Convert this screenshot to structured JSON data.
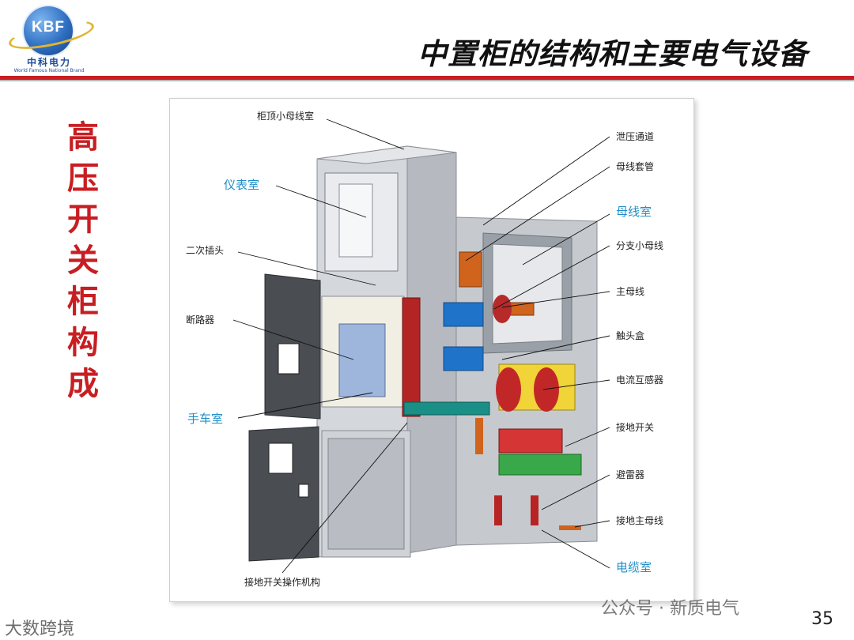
{
  "header": {
    "title": "中置柜的结构和主要电气设备",
    "logo_text": "KBF",
    "logo_cn": "中科电力",
    "logo_en": "World Famous National Brand"
  },
  "side_title": [
    "高",
    "压",
    "开",
    "关",
    "柜",
    "构",
    "成"
  ],
  "figure": {
    "labels": {
      "top_bus_room": "柜顶小母线室",
      "instrument_room": "仪表室",
      "secondary_plug": "二次插头",
      "breaker": "断路器",
      "trolley_room": "手车室",
      "earth_switch_mechanism": "接地开关操作机构",
      "pressure_relief": "泄压通道",
      "bus_bushing": "母线套管",
      "busbar_room": "母线室",
      "branch_busbar": "分支小母线",
      "main_busbar": "主母线",
      "contact_box": "触头盒",
      "current_transformer": "电流互感器",
      "earth_switch": "接地开关",
      "arrester": "避雷器",
      "earth_main_bus": "接地主母线",
      "cable_room": "电缆室"
    }
  },
  "page_number": "35",
  "watermarks": {
    "right": "公众号 · 新质电气",
    "left": "大数跨境"
  },
  "colors": {
    "accent_red": "#c81e22",
    "label_blue": "#1f8fc8"
  }
}
